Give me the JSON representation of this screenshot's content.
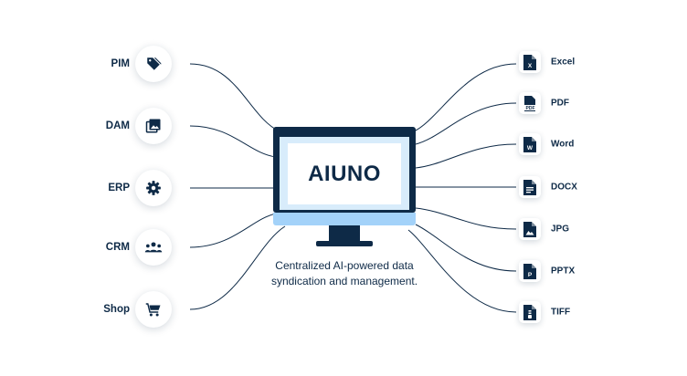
{
  "sources": [
    {
      "label": "PIM",
      "icon": "tag-icon"
    },
    {
      "label": "DAM",
      "icon": "image-gallery-icon"
    },
    {
      "label": "ERP",
      "icon": "gear-icon"
    },
    {
      "label": "CRM",
      "icon": "people-group-icon"
    },
    {
      "label": "Shop",
      "icon": "shopping-cart-icon"
    }
  ],
  "monitor": {
    "brand": "AIUNO"
  },
  "caption": {
    "line1": "Centralized AI-powered data",
    "line2": "syndication and management."
  },
  "outputs": [
    {
      "label": "Excel",
      "icon": "excel-file-icon",
      "badge": "X"
    },
    {
      "label": "PDF",
      "icon": "pdf-file-icon",
      "badge": "PDF"
    },
    {
      "label": "Word",
      "icon": "word-file-icon",
      "badge": "W"
    },
    {
      "label": "DOCX",
      "icon": "docx-file-icon",
      "badge": ""
    },
    {
      "label": "JPG",
      "icon": "jpg-file-icon",
      "badge": ""
    },
    {
      "label": "PPTX",
      "icon": "pptx-file-icon",
      "badge": "P"
    },
    {
      "label": "TIFF",
      "icon": "tiff-file-icon",
      "badge": ""
    }
  ],
  "colors": {
    "navy": "#0e2a47",
    "screen_light": "#d8ecfb",
    "bezel_blue": "#a3d2f9",
    "background": "#ffffff"
  }
}
